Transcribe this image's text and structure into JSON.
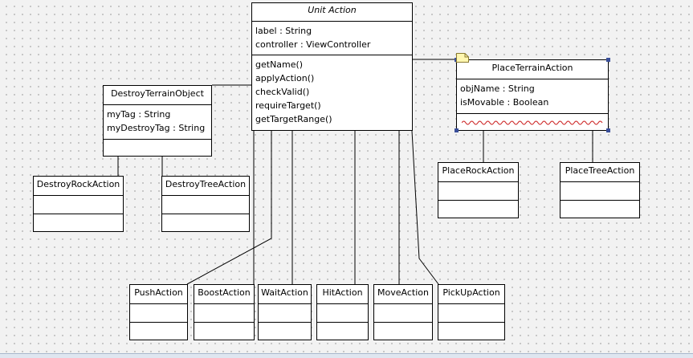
{
  "diagram": {
    "classes": {
      "unit_action": {
        "name": "Unit Action",
        "attributes": [
          "label : String",
          "controller : ViewController"
        ],
        "methods": [
          "getName()",
          "applyAction()",
          "checkValid()",
          "requireTarget()",
          "getTargetRange()"
        ]
      },
      "destroy_terrain_object": {
        "name": "DestroyTerrainObject",
        "attributes": [
          "myTag : String",
          "myDestroyTag : String"
        ]
      },
      "place_terrain_action": {
        "name": "PlaceTerrainAction",
        "attributes": [
          "objName : String",
          "isMovable : Boolean"
        ]
      },
      "destroy_rock_action": {
        "name": "DestroyRockAction"
      },
      "destroy_tree_action": {
        "name": "DestroyTreeAction"
      },
      "place_rock_action": {
        "name": "PlaceRockAction"
      },
      "place_tree_action": {
        "name": "PlaceTreeAction"
      },
      "push_action": {
        "name": "PushAction"
      },
      "boost_action": {
        "name": "BoostAction"
      },
      "wait_action": {
        "name": "WaitAction"
      },
      "hit_action": {
        "name": "HitAction"
      },
      "move_action": {
        "name": "MoveAction"
      },
      "pickup_action": {
        "name": "PickUpAction"
      }
    },
    "colors": {
      "background": "#f2f2f2",
      "grid_dot": "#b9b9b9",
      "selection_handle": "#3a4f9a",
      "squiggle": "#cc2222",
      "note_icon": "#fff7b0"
    }
  }
}
